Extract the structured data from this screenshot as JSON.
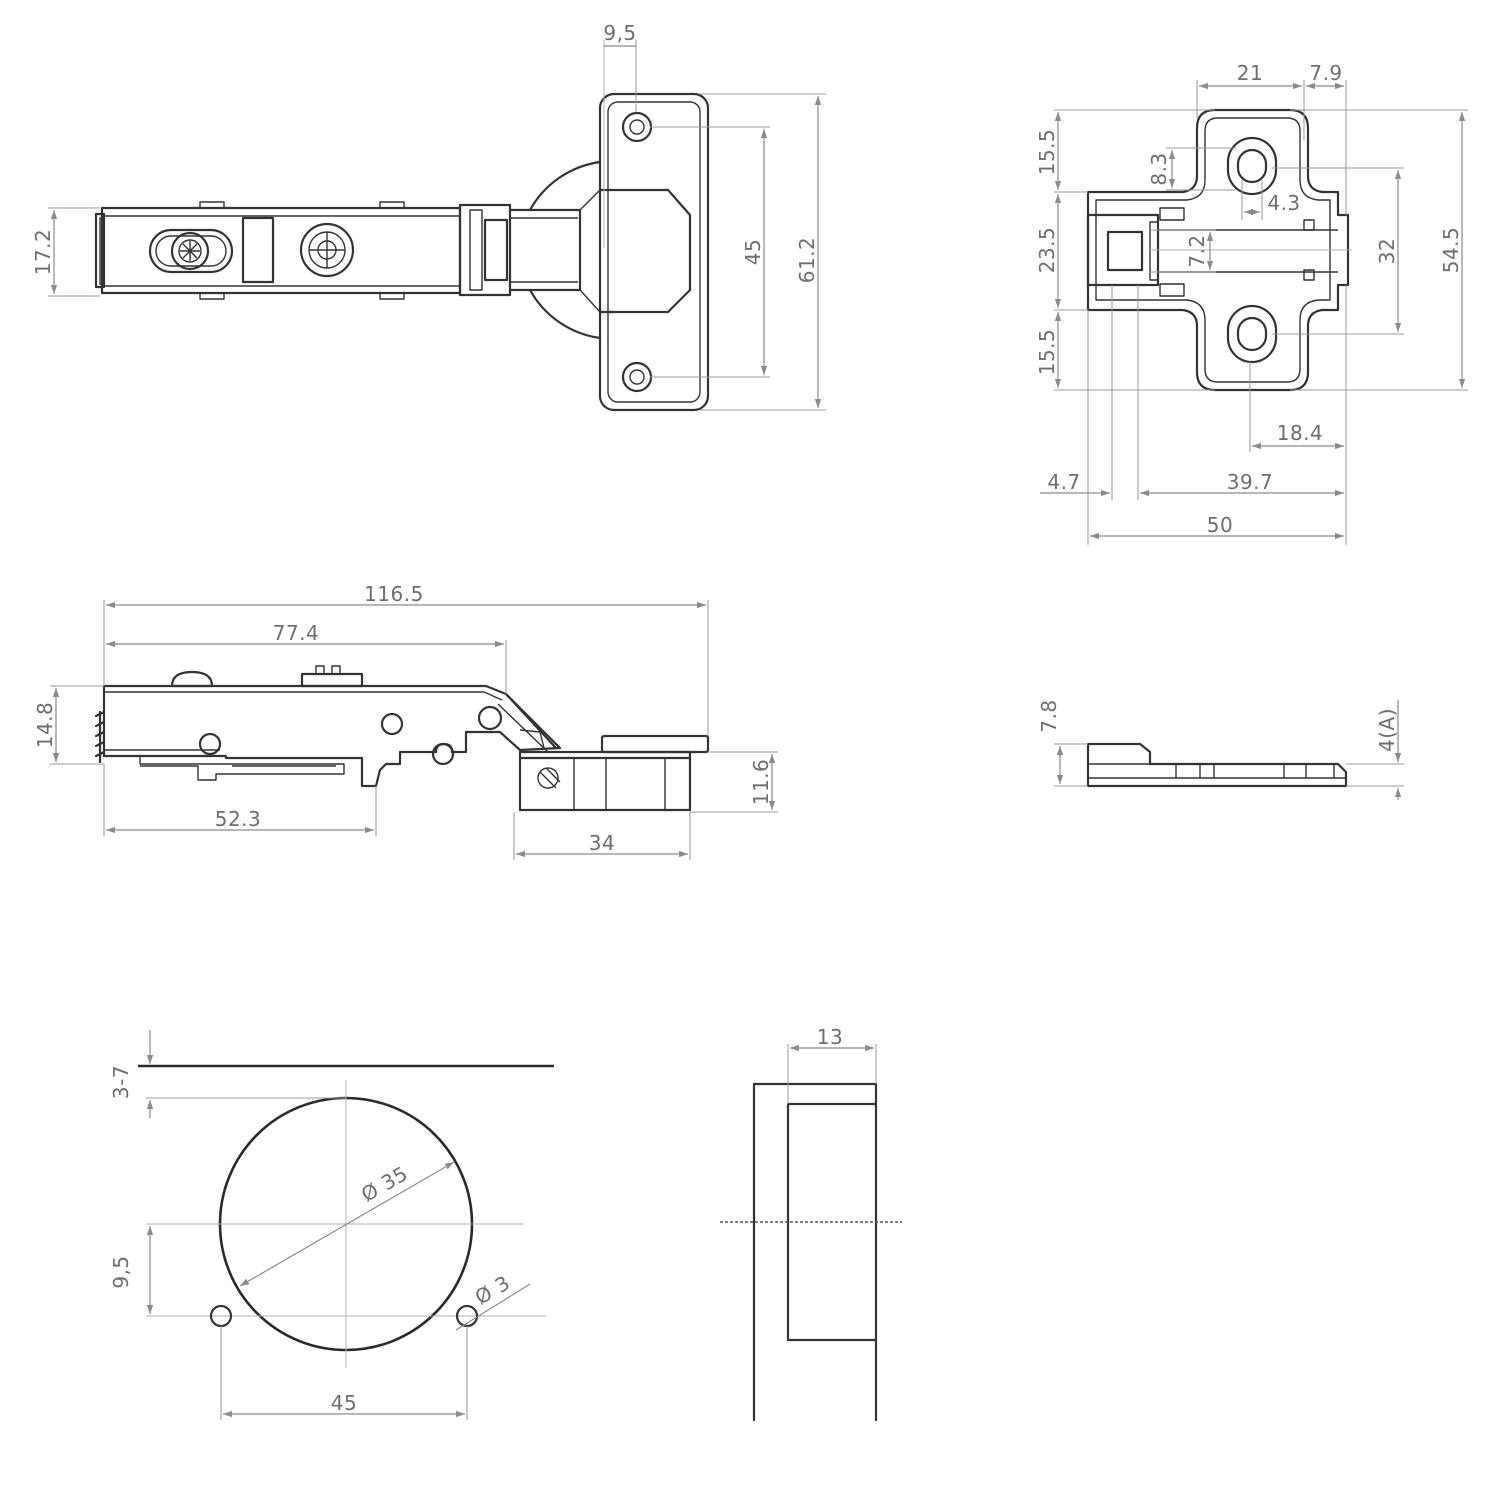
{
  "views": {
    "top_view": {
      "dims": {
        "width_17_2": "17.2",
        "offset_9_5": "9,5",
        "holes_45": "45",
        "height_61_2": "61.2"
      }
    },
    "plate_top_view": {
      "dims": {
        "w_21": "21",
        "w_7_9": "7.9",
        "h_15_5_top": "15.5",
        "h_8_3": "8.3",
        "w_4_3": "4.3",
        "h_23_5": "23.5",
        "h_7_2": "7.2",
        "h_32": "32",
        "h_54_5": "54.5",
        "h_15_5_bottom": "15.5",
        "w_18_4": "18.4",
        "w_4_7": "4.7",
        "w_39_7": "39.7",
        "w_50": "50"
      }
    },
    "side_view": {
      "dims": {
        "len_116_5": "116.5",
        "len_77_4": "77.4",
        "h_14_8": "14.8",
        "len_52_3": "52.3",
        "h_11_6": "11.6",
        "w_34": "34"
      }
    },
    "plate_side_view": {
      "dims": {
        "h_7_8": "7.8",
        "h_4a": "4(A)"
      }
    },
    "drilling_view": {
      "dims": {
        "edge_3_7": "3-7",
        "dia_35": "Ø 35",
        "offset_9_5": "9,5",
        "dia_3": "Ø 3",
        "spacing_45": "45"
      }
    },
    "cup_section_view": {
      "dims": {
        "depth_13": "13"
      }
    }
  }
}
